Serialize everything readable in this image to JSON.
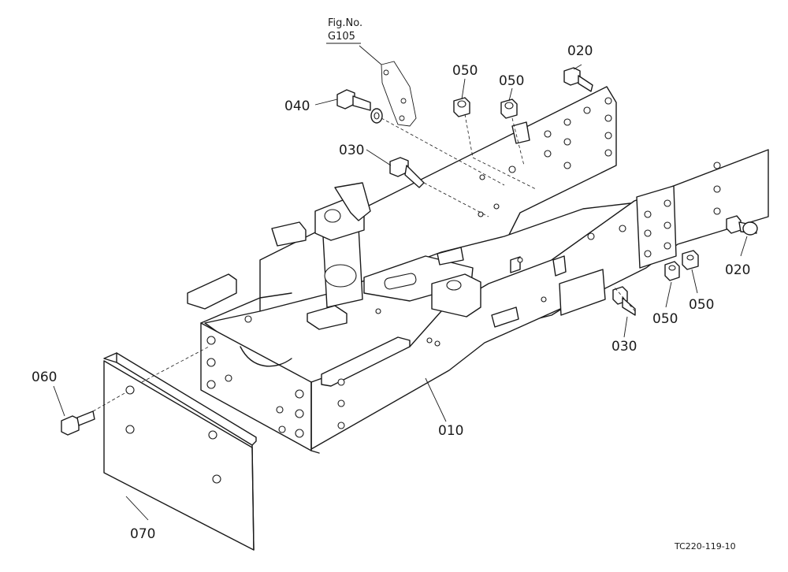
{
  "figure_reference": {
    "line1": "Fig.No.",
    "line2": "G105"
  },
  "part_labels": {
    "p010": "010",
    "p020_top": "020",
    "p020_right": "020",
    "p030_top": "030",
    "p030_right": "030",
    "p040": "040",
    "p050_a": "050",
    "p050_b": "050",
    "p050_c": "050",
    "p050_d": "050",
    "p060": "060",
    "p070": "070"
  },
  "drawing_code": "TC220-119-10"
}
